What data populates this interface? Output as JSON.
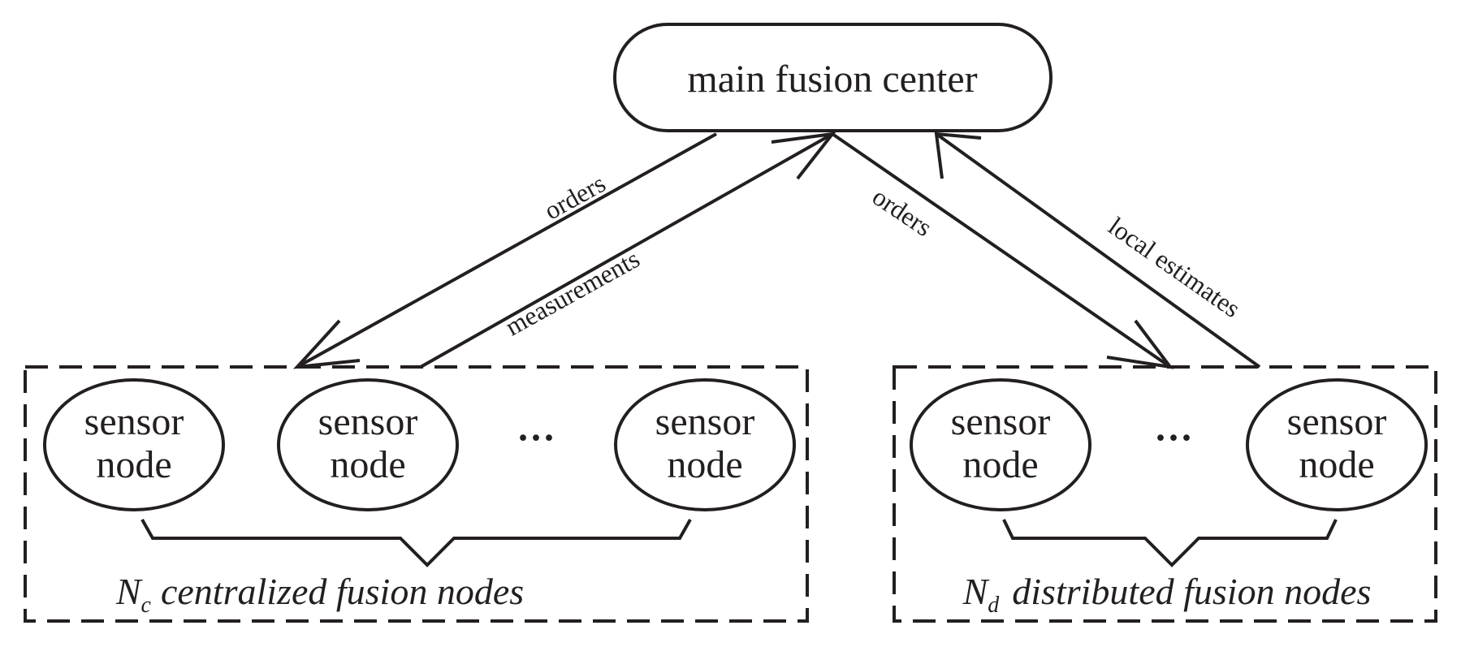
{
  "main_center": {
    "label": "main fusion center"
  },
  "edges": {
    "orders_left": "orders",
    "measurements": "measurements",
    "orders_right": "orders",
    "local_estimates": "local estimates"
  },
  "centralized_group": {
    "nodes": [
      {
        "line1": "sensor",
        "line2": "node"
      },
      {
        "line1": "sensor",
        "line2": "node"
      },
      {
        "line1": "sensor",
        "line2": "node"
      }
    ],
    "ellipsis": "···",
    "symbol": "N",
    "subscript": "c",
    "label": "centralized fusion nodes"
  },
  "distributed_group": {
    "nodes": [
      {
        "line1": "sensor",
        "line2": "node"
      },
      {
        "line1": "sensor",
        "line2": "node"
      }
    ],
    "ellipsis": "···",
    "symbol": "N",
    "subscript": "d",
    "label": "distributed fusion nodes"
  },
  "colors": {
    "ink": "#231f20",
    "background": "#ffffff"
  }
}
